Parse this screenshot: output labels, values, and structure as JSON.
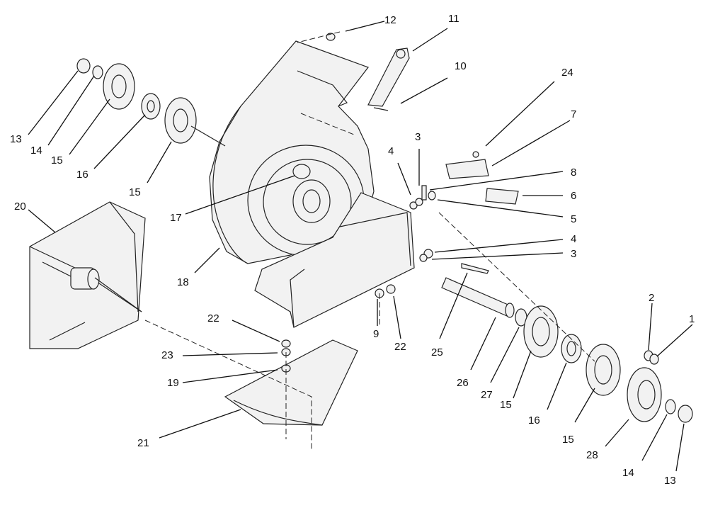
{
  "diagram": {
    "callouts": [
      {
        "id": "c13a",
        "text": "13"
      },
      {
        "id": "c14a",
        "text": "14"
      },
      {
        "id": "c15a",
        "text": "15"
      },
      {
        "id": "c16a",
        "text": "16"
      },
      {
        "id": "c15b",
        "text": "15"
      },
      {
        "id": "c20",
        "text": "20"
      },
      {
        "id": "c12",
        "text": "12"
      },
      {
        "id": "c11",
        "text": "11"
      },
      {
        "id": "c10",
        "text": "10"
      },
      {
        "id": "c24",
        "text": "24"
      },
      {
        "id": "c7",
        "text": "7"
      },
      {
        "id": "c3a",
        "text": "3"
      },
      {
        "id": "c4a",
        "text": "4"
      },
      {
        "id": "c8",
        "text": "8"
      },
      {
        "id": "c6",
        "text": "6"
      },
      {
        "id": "c5",
        "text": "5"
      },
      {
        "id": "c4b",
        "text": "4"
      },
      {
        "id": "c3b",
        "text": "3"
      },
      {
        "id": "c17",
        "text": "17"
      },
      {
        "id": "c18",
        "text": "18"
      },
      {
        "id": "c22a",
        "text": "22"
      },
      {
        "id": "c23",
        "text": "23"
      },
      {
        "id": "c19",
        "text": "19"
      },
      {
        "id": "c21",
        "text": "21"
      },
      {
        "id": "c9",
        "text": "9"
      },
      {
        "id": "c22b",
        "text": "22"
      },
      {
        "id": "c25",
        "text": "25"
      },
      {
        "id": "c26",
        "text": "26"
      },
      {
        "id": "c27",
        "text": "27"
      },
      {
        "id": "c15c",
        "text": "15"
      },
      {
        "id": "c16b",
        "text": "16"
      },
      {
        "id": "c15d",
        "text": "15"
      },
      {
        "id": "c2",
        "text": "2"
      },
      {
        "id": "c1",
        "text": "1"
      },
      {
        "id": "c28",
        "text": "28"
      },
      {
        "id": "c14b",
        "text": "14"
      },
      {
        "id": "c13b",
        "text": "13"
      }
    ]
  }
}
